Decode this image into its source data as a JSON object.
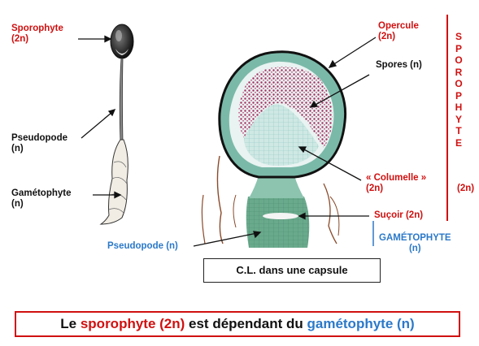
{
  "left_labels": {
    "sporophyte": "Sporophyte",
    "sporophyte_ploidy": "(2n)",
    "pseudopode": "Pseudopode",
    "pseudopode_ploidy": "(n)",
    "gametophyte": "Gamétophyte",
    "gametophyte_ploidy": "(n)"
  },
  "section_labels": {
    "opercule": "Opercule",
    "opercule_ploidy": "(2n)",
    "spores": "Spores (n)",
    "columelle": "« Columelle »",
    "columelle_ploidy": "(2n)",
    "sucoir": "Suçoir (2n)",
    "pseudopode": "Pseudopode (n)",
    "gametophyte_caps": "GAMÉTOPHYTE",
    "gametophyte_caps_ploidy": "(n)"
  },
  "vertical_label": {
    "letters": [
      "S",
      "P",
      "O",
      "R",
      "O",
      "P",
      "H",
      "Y",
      "T",
      "E"
    ],
    "ploidy": "(2n)"
  },
  "caption": "C.L. dans une capsule",
  "banner": {
    "part1": "Le ",
    "part2": "sporophyte (2n)",
    "part3": " est dépendant du ",
    "part4": "gamétophyte (n)"
  },
  "colors": {
    "sporophyte_red": "#d01010",
    "gametophyte_blue": "#2b79c9",
    "tissue_green": "#5fa88a",
    "spore_mass": "#a32a5e"
  }
}
